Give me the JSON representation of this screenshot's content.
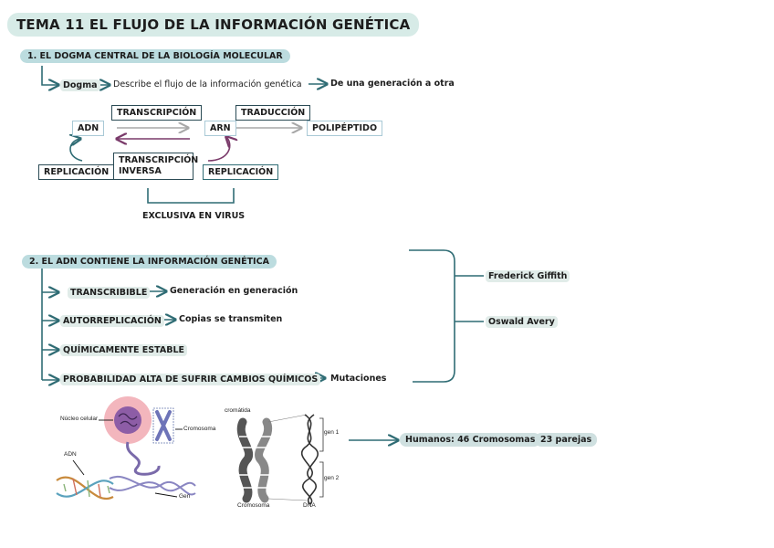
{
  "title": "TEMA 11 EL FLUJO DE LA INFORMACIÓN GENÉTICA",
  "section1": {
    "heading": "1. EL DOGMA CENTRAL DE LA BIOLOGÍA MOLECULAR",
    "dogma": "Dogma",
    "describe": "Describe el flujo de la información genética",
    "generation": "De una generación a otra",
    "adn": "ADN",
    "transcripcion": "TRANSCRIPCIÓN",
    "arn": "ARN",
    "traduccion": "TRADUCCIÓN",
    "polipeptido": "POLIPÉPTIDO",
    "replicacion_adn": "REPLICACIÓN",
    "transcripcion_inversa": "TRANSCRIPCIÓN INVERSA",
    "replicacion_arn": "REPLICACIÓN",
    "exclusiva": "EXCLUSIVA EN VIRUS"
  },
  "section2": {
    "heading": "2. EL ADN CONTIENE LA INFORMACIÓN GENÉTICA",
    "items": [
      {
        "label": "TRANSCRIBIBLE",
        "result": "Generación en generación"
      },
      {
        "label": "AUTORREPLICACIÓN",
        "result": "Copias se transmiten"
      },
      {
        "label": "QUÍMICAMENTE ESTABLE",
        "result": ""
      },
      {
        "label": "PROBABILIDAD ALTA DE SUFRIR CAMBIOS QUÍMICOS",
        "result": "Mutaciones"
      }
    ],
    "scientists": [
      "Frederick Giffith",
      "Oswald Avery"
    ]
  },
  "figure1": {
    "nucleo": "Núcleo celular",
    "cromosoma": "Cromosoma",
    "adn": "ADN",
    "gen": "Gen"
  },
  "figure2": {
    "cromatida": "cromátida",
    "gen1": "gen 1",
    "gen2": "gen 2",
    "cromosoma": "Cromosoma",
    "dna": "DNA"
  },
  "humanos": "Humanos: 46 Cromosomas",
  "parejas": "23 parejas",
  "colors": {
    "arrow": "#2f6c74",
    "purple": "#7a3a6a",
    "highlight": "#d7ebe7"
  }
}
